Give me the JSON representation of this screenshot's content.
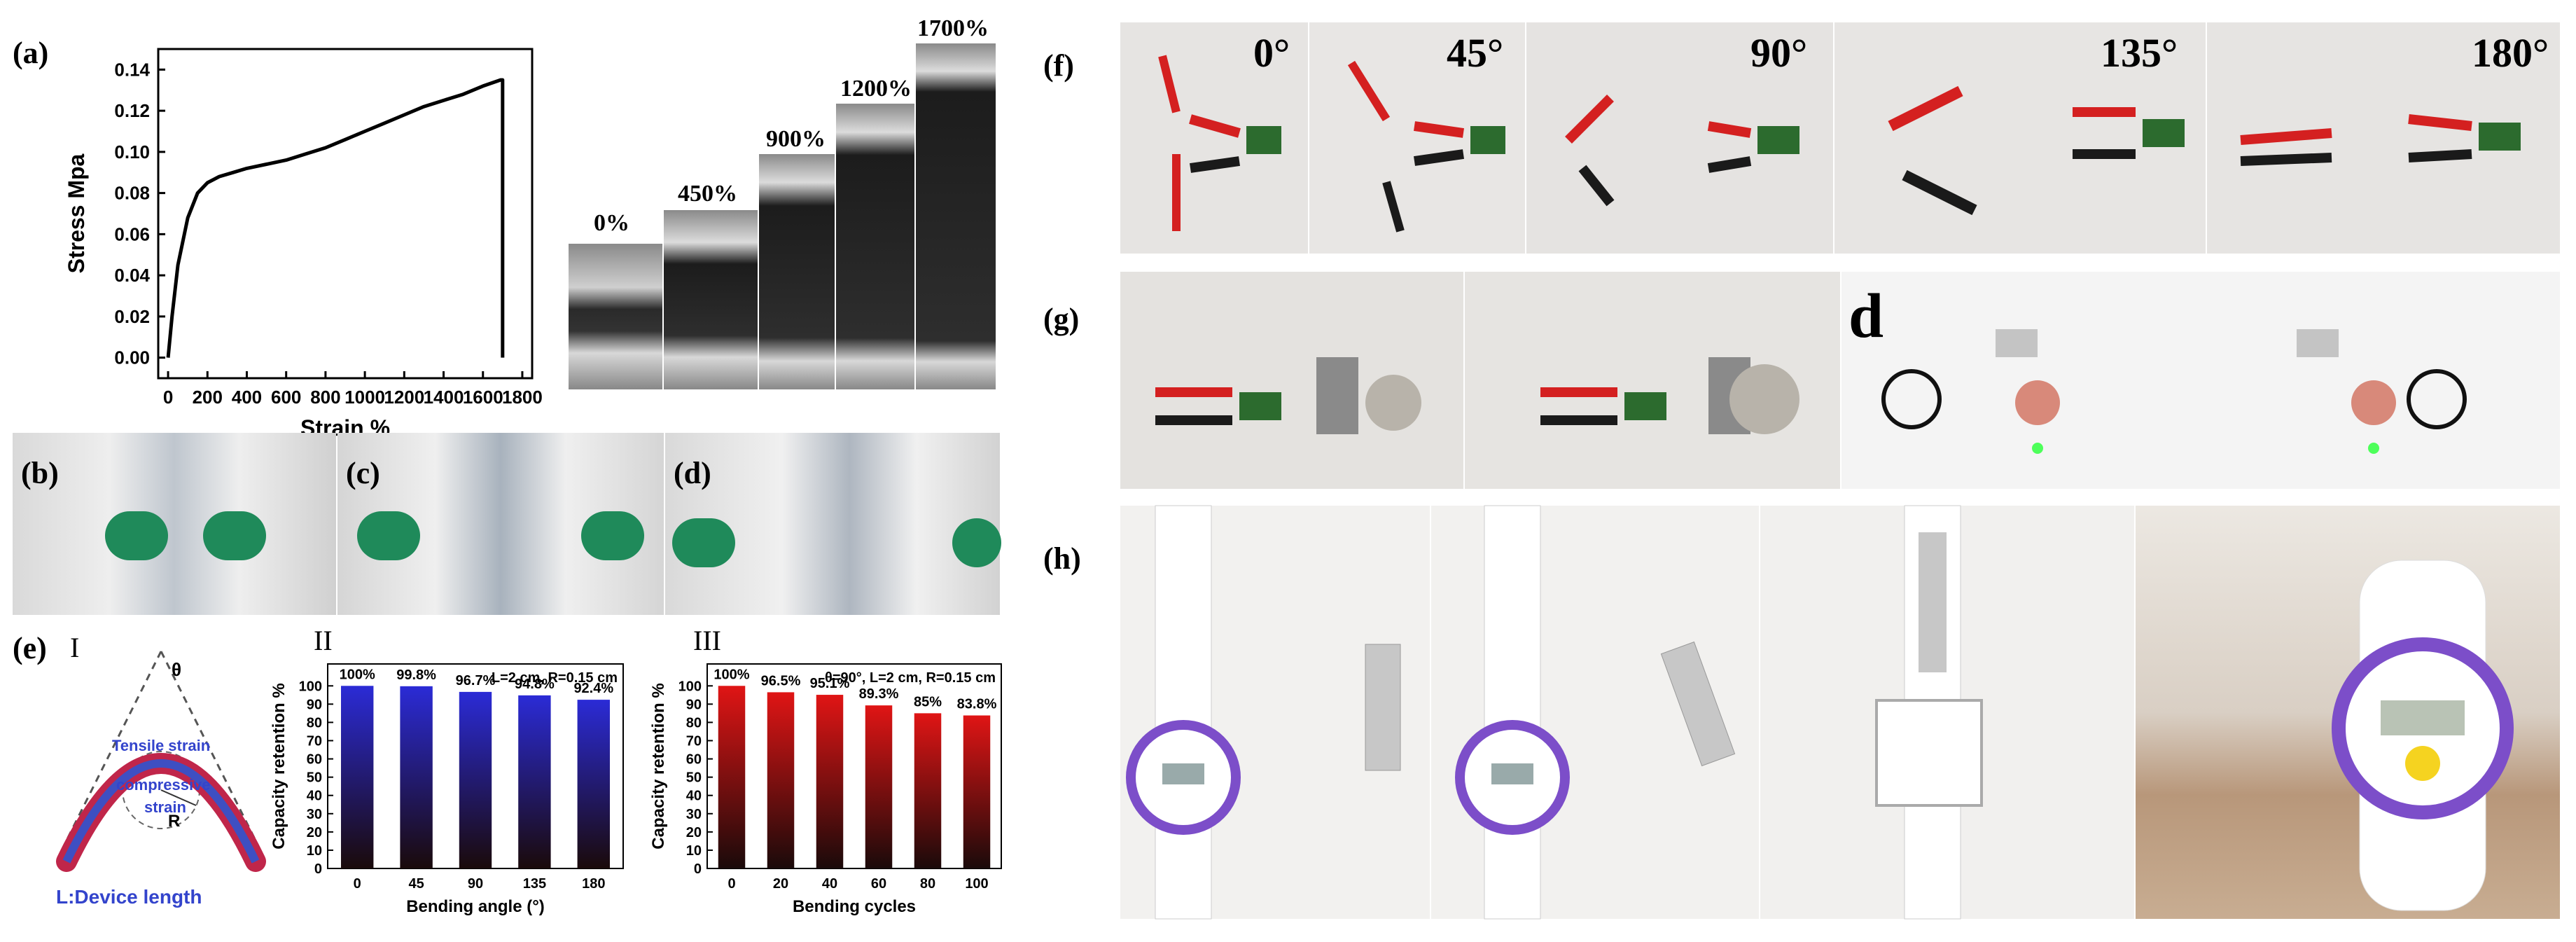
{
  "labels": {
    "a": "(a)",
    "b": "(b)",
    "c": "(c)",
    "d": "(d)",
    "e": "(e)",
    "f": "(f)",
    "g": "(g)",
    "h": "(h)"
  },
  "stretch_labels": [
    "0%",
    "450%",
    "900%",
    "1200%",
    "1700%"
  ],
  "f_angles": [
    "0°",
    "45°",
    "90°",
    "135°",
    "180°"
  ],
  "g_overlay": "d",
  "e_schematic": {
    "roman": "I",
    "theta": "θ",
    "tensile": "Tensile strain",
    "compressive": "compressive",
    "strain": "strain",
    "r": "R",
    "length": "L:Device length"
  },
  "colors": {
    "blue_bar": "#2b2bd6",
    "red_bar": "#e01515",
    "curve": "#000000"
  },
  "chart_data": [
    {
      "type": "line",
      "xlabel": "Strain %",
      "ylabel": "Stress Mpa",
      "xlim": [
        -50,
        1850
      ],
      "ylim": [
        -0.01,
        0.15
      ],
      "xticks": [
        0,
        200,
        400,
        600,
        800,
        1000,
        1200,
        1400,
        1600,
        1800
      ],
      "yticks": [
        0.0,
        0.02,
        0.04,
        0.06,
        0.08,
        0.1,
        0.12,
        0.14
      ],
      "ytick_labels": [
        "0.00",
        "0.02",
        "0.04",
        "0.06",
        "0.08",
        "0.10",
        "0.12",
        "0.14"
      ],
      "series": [
        {
          "x": [
            0,
            20,
            50,
            100,
            150,
            200,
            260,
            330,
            400,
            500,
            600,
            700,
            800,
            900,
            1000,
            1100,
            1200,
            1300,
            1400,
            1500,
            1600,
            1690,
            1700,
            1700
          ],
          "y": [
            0.0,
            0.02,
            0.045,
            0.068,
            0.08,
            0.085,
            0.088,
            0.09,
            0.092,
            0.094,
            0.096,
            0.099,
            0.102,
            0.106,
            0.11,
            0.114,
            0.118,
            0.122,
            0.125,
            0.128,
            0.132,
            0.135,
            0.135,
            0.0
          ]
        }
      ]
    },
    {
      "type": "bar",
      "roman": "II",
      "annotation": "L=2 cm, R=0.15 cm",
      "xlabel": "Bending angle (°)",
      "ylabel": "Capacity retention %",
      "categories": [
        "0",
        "45",
        "90",
        "135",
        "180"
      ],
      "values": [
        100,
        99.8,
        96.7,
        94.8,
        92.4
      ],
      "data_labels": [
        "100%",
        "99.8%",
        "96.7%",
        "94.8%",
        "92.4%"
      ],
      "yticks": [
        0,
        10,
        20,
        30,
        40,
        50,
        60,
        70,
        80,
        90,
        100
      ],
      "ylim": [
        0,
        112
      ]
    },
    {
      "type": "bar",
      "roman": "III",
      "annotation": "θ=90°, L=2 cm, R=0.15 cm",
      "xlabel": "Bending cycles",
      "ylabel": "Capacity retention %",
      "categories": [
        "0",
        "20",
        "40",
        "60",
        "80",
        "100"
      ],
      "values": [
        100,
        96.5,
        95.1,
        89.3,
        85,
        83.8
      ],
      "data_labels": [
        "100%",
        "96.5%",
        "95.1%",
        "89.3%",
        "85%",
        "83.8%"
      ],
      "yticks": [
        0,
        10,
        20,
        30,
        40,
        50,
        60,
        70,
        80,
        90,
        100
      ],
      "ylim": [
        0,
        112
      ]
    }
  ]
}
